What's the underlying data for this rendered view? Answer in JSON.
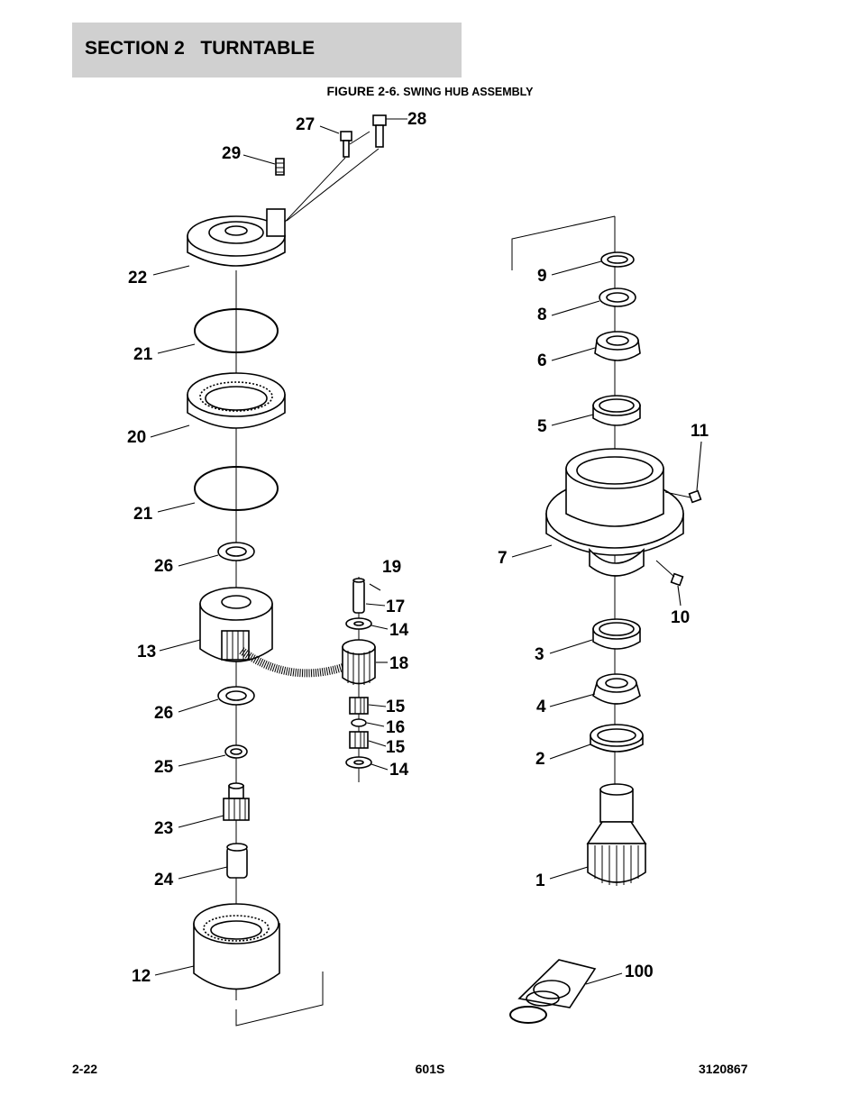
{
  "header": {
    "section": "SECTION 2",
    "title": "TURNTABLE"
  },
  "figure": {
    "number": "FIGURE 2-6.",
    "title": "SWING HUB ASSEMBLY"
  },
  "callouts": [
    "27",
    "28",
    "29",
    "22",
    "21",
    "20",
    "21",
    "26",
    "13",
    "19",
    "17",
    "14",
    "18",
    "15",
    "16",
    "15",
    "14",
    "26",
    "25",
    "23",
    "24",
    "12",
    "9",
    "8",
    "6",
    "5",
    "11",
    "7",
    "10",
    "3",
    "4",
    "2",
    "1",
    "100"
  ],
  "footer": {
    "page": "2-22",
    "model": "601S",
    "doc_number": "3120867"
  }
}
